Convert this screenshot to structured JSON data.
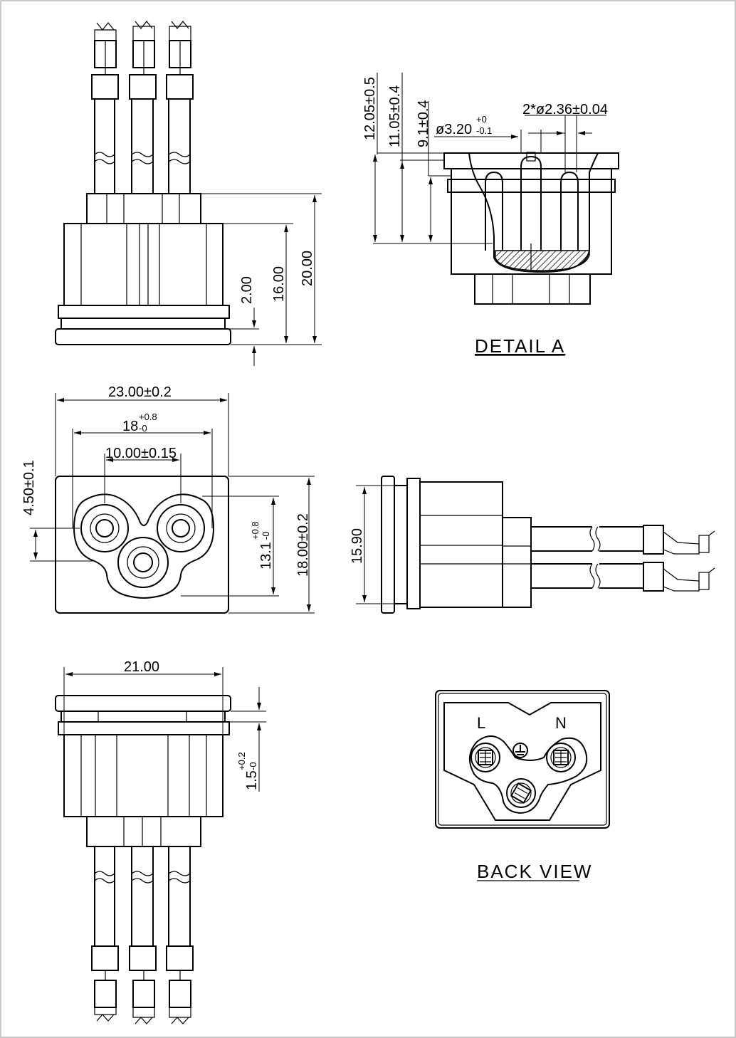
{
  "views": {
    "detail_title": "DETAIL A",
    "back_view_title": "BACK VIEW"
  },
  "dimensions": {
    "top_height_total": "20.00",
    "top_height_body": "16.00",
    "top_flange": "2.00",
    "detail_12": "12.05±0.5",
    "detail_11": "11.05±0.4",
    "detail_9": "9.1±0.4",
    "detail_dia_main": "ø3.20",
    "detail_dia_tol_upper": "+0",
    "detail_dia_tol_lower": "-0.1",
    "detail_pin": "2*ø2.36±0.04",
    "front_width": "23.00±0.2",
    "front_inner_main": "18",
    "front_inner_tol_upper": "+0.8",
    "front_inner_tol_lower": "-0",
    "front_pin_spacing": "10.00±0.15",
    "front_offset": "4.50±0.1",
    "front_inner_height_main": "13.1",
    "front_inner_height_tol_upper": "+0.8",
    "front_inner_height_tol_lower": "-0",
    "front_height": "18.00±0.2",
    "side_height": "15.90",
    "bottom_width": "21.00",
    "bottom_flange_main": "1.5",
    "bottom_flange_tol_upper": "+0.2",
    "bottom_flange_tol_lower": "-0"
  },
  "back_view": {
    "label_l": "L",
    "label_n": "N"
  }
}
